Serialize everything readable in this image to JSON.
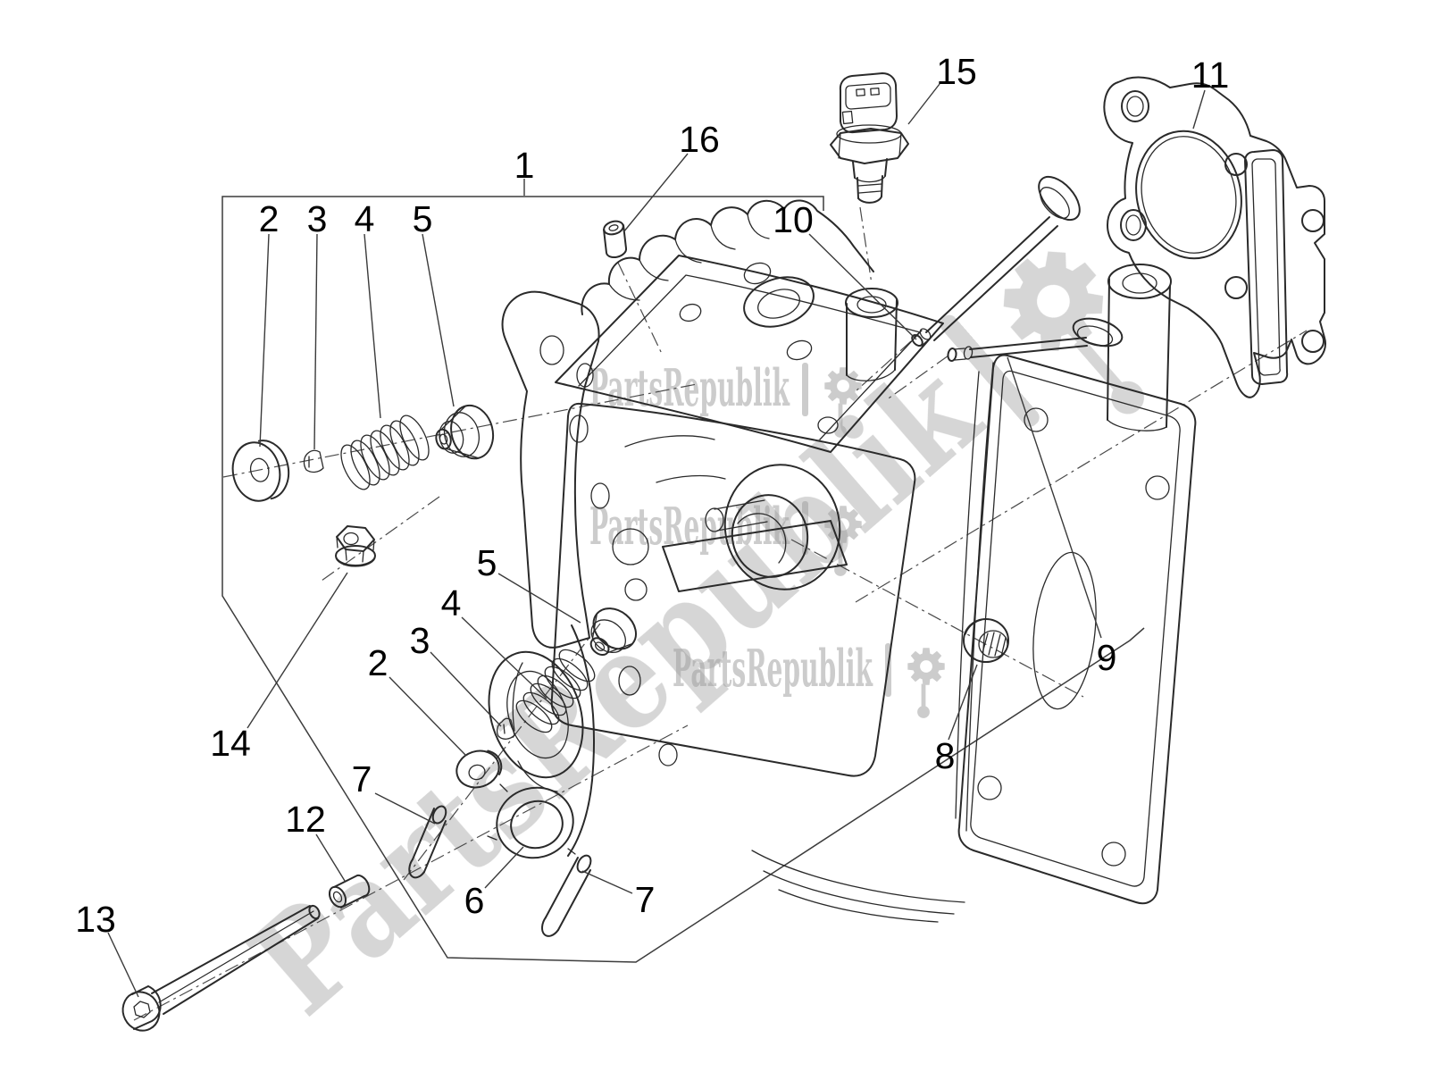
{
  "diagram": {
    "watermark": {
      "text": "PartsRepublik",
      "separator": "|"
    },
    "colors": {
      "background": "#ffffff",
      "line": "#2a2a2a",
      "label": "#000000",
      "watermark": "#9a9a9a"
    },
    "callouts": [
      {
        "n": "1"
      },
      {
        "n": "2"
      },
      {
        "n": "3"
      },
      {
        "n": "4"
      },
      {
        "n": "5"
      },
      {
        "n": "16"
      },
      {
        "n": "15"
      },
      {
        "n": "11"
      },
      {
        "n": "10"
      },
      {
        "n": "9"
      },
      {
        "n": "8"
      },
      {
        "n": "14"
      },
      {
        "n": "2"
      },
      {
        "n": "3"
      },
      {
        "n": "4"
      },
      {
        "n": "5"
      },
      {
        "n": "7"
      },
      {
        "n": "12"
      },
      {
        "n": "13"
      },
      {
        "n": "6"
      },
      {
        "n": "7"
      }
    ]
  }
}
